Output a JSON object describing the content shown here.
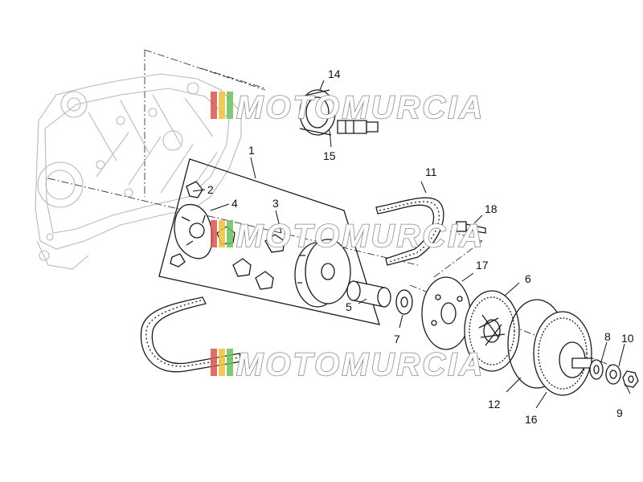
{
  "diagram": {
    "parts": [
      {
        "id": "p1",
        "label": "1"
      },
      {
        "id": "p2",
        "label": "2"
      },
      {
        "id": "p3",
        "label": "3"
      },
      {
        "id": "p4",
        "label": "4"
      },
      {
        "id": "p5",
        "label": "5"
      },
      {
        "id": "p6",
        "label": "6"
      },
      {
        "id": "p7",
        "label": "7"
      },
      {
        "id": "p8",
        "label": "8"
      },
      {
        "id": "p9",
        "label": "9"
      },
      {
        "id": "p10",
        "label": "10"
      },
      {
        "id": "p11",
        "label": "11"
      },
      {
        "id": "p12",
        "label": "12"
      },
      {
        "id": "p14",
        "label": "14"
      },
      {
        "id": "p15",
        "label": "15"
      },
      {
        "id": "p16",
        "label": "16"
      },
      {
        "id": "p17",
        "label": "17"
      },
      {
        "id": "p18",
        "label": "18"
      }
    ]
  },
  "watermark": {
    "text": "MOTOMURCIA",
    "stripe_colors": [
      "#d9534f",
      "#f0c040",
      "#6bbf59"
    ]
  },
  "colors": {
    "line": "#1a1a1a",
    "ghost": "#b9b9b9",
    "background": "#ffffff"
  }
}
